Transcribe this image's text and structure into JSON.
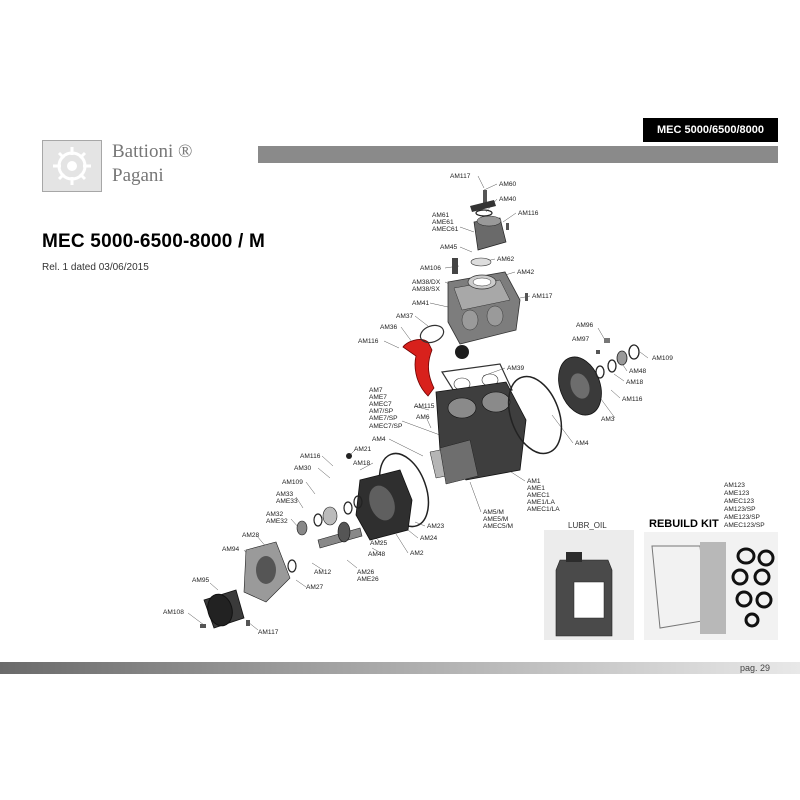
{
  "header": {
    "badge": "MEC 5000/6500/8000"
  },
  "brand": {
    "line1": "Battioni ®",
    "line2": "Pagani"
  },
  "document": {
    "title": "MEC 5000-6500-8000 / M",
    "revision": "Rel. 1 dated 03/06/2015"
  },
  "footer": {
    "page": "pag. 29"
  },
  "rebuild_kit": {
    "title": "REBUILD KIT",
    "codes": [
      "AM123",
      "AME123",
      "AMEC123",
      "AM123/SP",
      "AME123/SP",
      "AMEC123/SP"
    ]
  },
  "lubricant": {
    "label": "LUBR_OIL"
  },
  "labels": {
    "am117_top": "AM117",
    "am60": "AM60",
    "am40": "AM40",
    "am116_top": "AM116",
    "am61": "AM61",
    "ame61": "AME61",
    "amec61": "AMEC61",
    "am45": "AM45",
    "am62": "AM62",
    "am106": "AM106",
    "am42": "AM42",
    "am38dx": "AM38/DX",
    "am38sx": "AM38/SX",
    "am117_mid": "AM117",
    "am41": "AM41",
    "am37": "AM37",
    "am36": "AM36",
    "am116_left": "AM116",
    "am96": "AM96",
    "am97": "AM97",
    "am109_right": "AM109",
    "am48_right": "AM48",
    "am18_right": "AM18",
    "am116_right": "AM116",
    "am3": "AM3",
    "am39": "AM39",
    "am7": "AM7",
    "ame7": "AME7",
    "amec7": "AMEC7",
    "am7sp": "AM7/SP",
    "ame7sp": "AME7/SP",
    "amec7sp": "AMEC7/SP",
    "am115": "AM115",
    "am6": "AM6",
    "am4_right": "AM4",
    "am4_left": "AM4",
    "am21": "AM21",
    "am116_mid": "AM116",
    "am30": "AM30",
    "am18_left": "AM18",
    "am109_left": "AM109",
    "am33": "AM33",
    "ame33": "AME33",
    "am32": "AM32",
    "ame32": "AME32",
    "am1": "AM1",
    "ame1": "AME1",
    "amec1": "AMEC1",
    "ame1la": "AME1/LA",
    "amec1la": "AMEC1/LA",
    "am5m": "AM5/M",
    "ame5m": "AME5/M",
    "amec5m": "AMEC5/M",
    "am23": "AM23",
    "am24": "AM24",
    "am25": "AM25",
    "am2": "AM2",
    "am48_left": "AM48",
    "am28": "AM28",
    "am94": "AM94",
    "am12": "AM12",
    "am26": "AM26",
    "ame26": "AME26",
    "am27": "AM27",
    "am95": "AM95",
    "am108": "AM108",
    "am117_bottom": "AM117"
  }
}
